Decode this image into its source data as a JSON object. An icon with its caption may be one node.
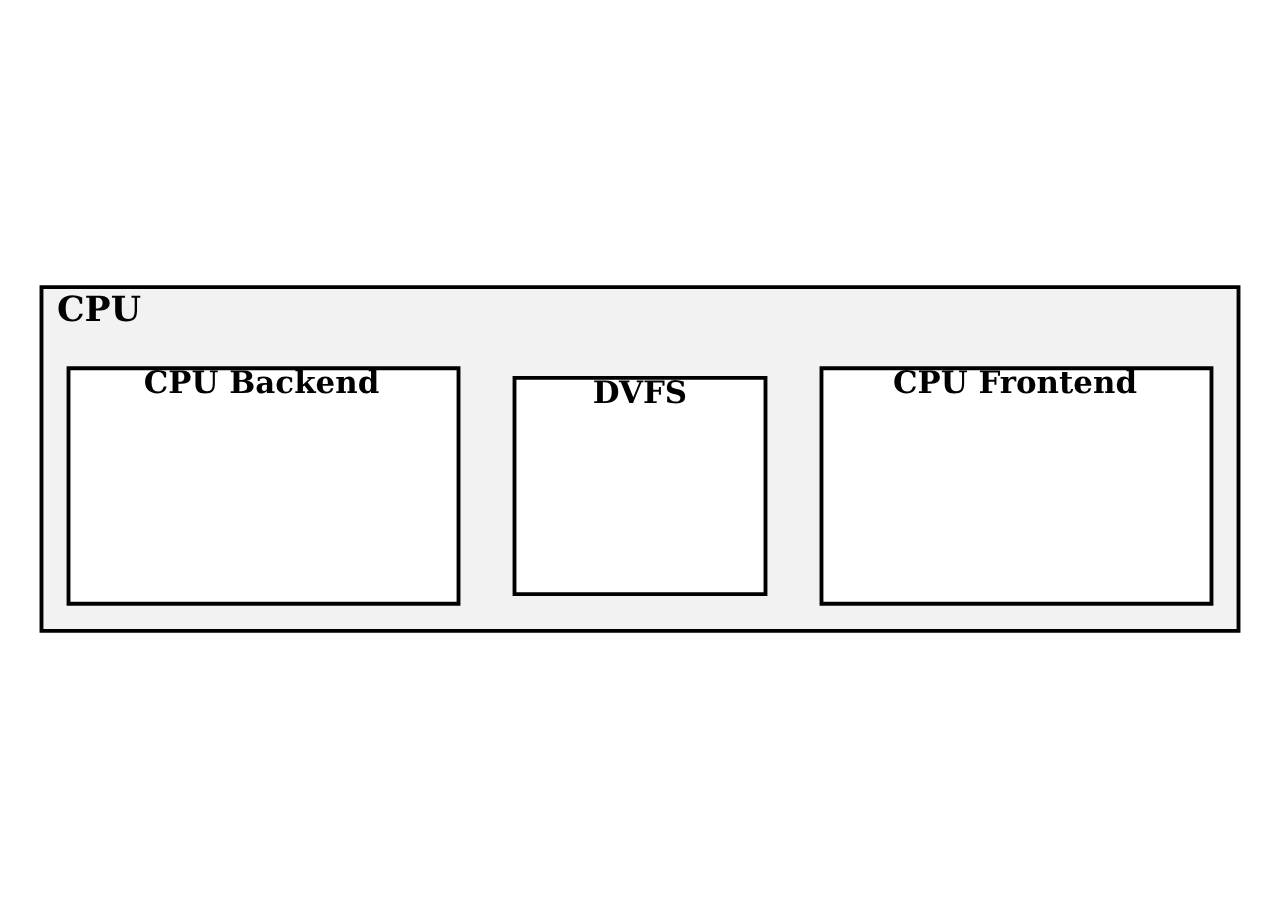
{
  "diagram": {
    "nodes": [
      {
        "text": [
          "CPU"
        ]
      },
      {
        "text": [
          "CPU Frontend"
        ],
        "in": 0
      },
      {
        "text": [
          "DVFS"
        ],
        "in": 0
      },
      {
        "text": [
          "CPU Backend"
        ],
        "in": 0
      }
    ]
  }
}
